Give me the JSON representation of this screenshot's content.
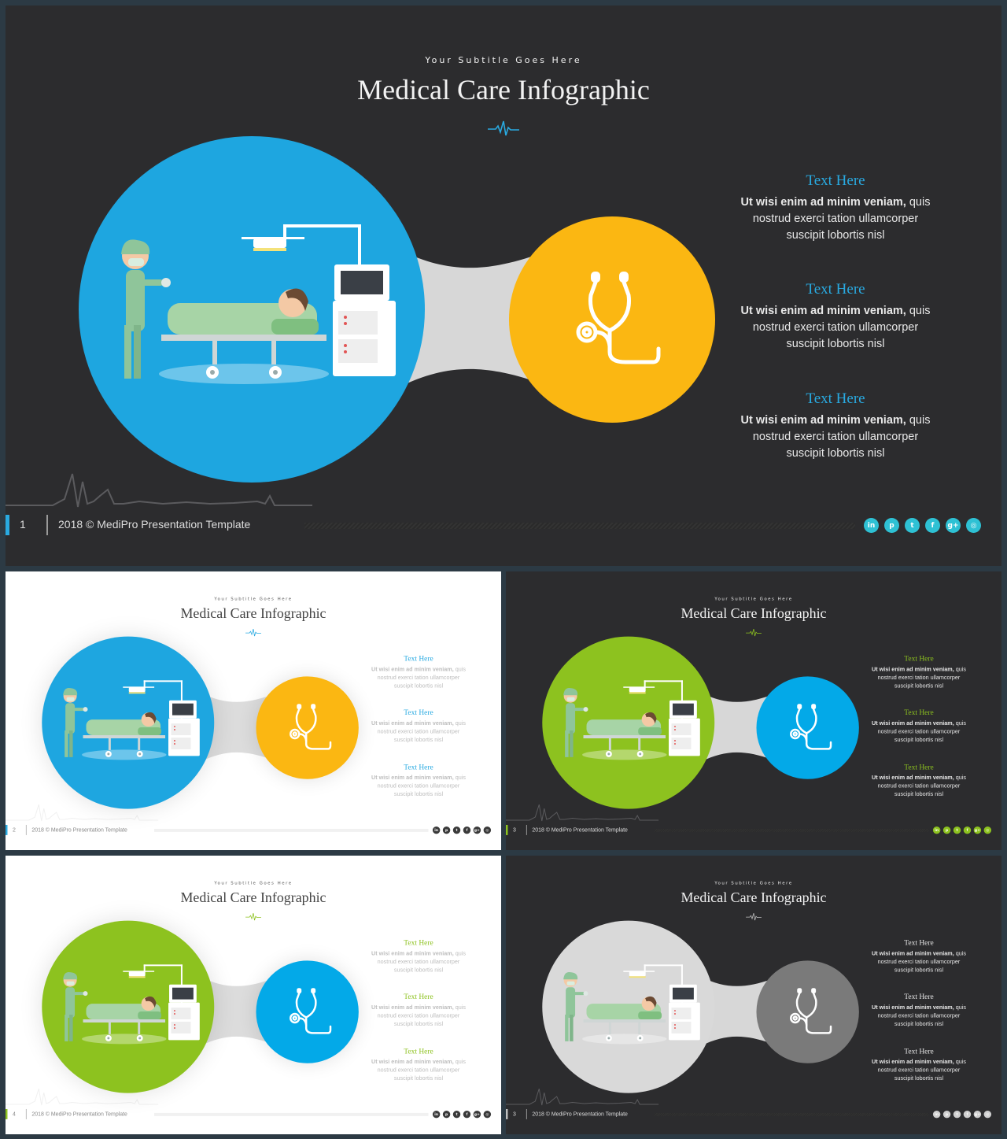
{
  "slides": [
    {
      "id": 1,
      "theme": "dark",
      "page": "1",
      "subtitle": "Your Subtitle Goes Here",
      "title": "Medical Care Infographic",
      "accent": "#29aae1",
      "big_color": "#1ea6e0",
      "small_color": "#fbb712",
      "text_head_color": "#29aae1",
      "social_color": "#2ec1d4",
      "items": [
        {
          "head": "Text Here",
          "bold": "Ut wisi enim ad minim veniam,",
          "rest1": " quis",
          "line2": "nostrud exerci tation ullamcorper",
          "line3": "suscipit lobortis nisl"
        },
        {
          "head": "Text Here",
          "bold": "Ut wisi enim ad minim veniam,",
          "rest1": " quis",
          "line2": "nostrud exerci tation ullamcorper",
          "line3": "suscipit lobortis nisl"
        },
        {
          "head": "Text Here",
          "bold": "Ut wisi enim ad minim veniam,",
          "rest1": " quis",
          "line2": "nostrud exerci tation ullamcorper",
          "line3": "suscipit lobortis nisl"
        }
      ]
    },
    {
      "id": 2,
      "theme": "light",
      "page": "2",
      "subtitle": "Your Subtitle Goes Here",
      "title": "Medical Care Infographic",
      "accent": "#29aae1",
      "big_color": "#1ea6e0",
      "small_color": "#fbb712",
      "text_head_color": "#29aae1",
      "social_color": "#3a3a3a",
      "items": [
        {
          "head": "Text Here",
          "bold": "Ut wisi enim ad minim veniam,",
          "rest1": " quis",
          "line2": "nostrud exerci tation ullamcorper",
          "line3": "suscipit lobortis nisl"
        },
        {
          "head": "Text Here",
          "bold": "Ut wisi enim ad minim veniam,",
          "rest1": " quis",
          "line2": "nostrud exerci tation ullamcorper",
          "line3": "suscipit lobortis nisl"
        },
        {
          "head": "Text Here",
          "bold": "Ut wisi enim ad minim veniam,",
          "rest1": " quis",
          "line2": "nostrud exerci tation ullamcorper",
          "line3": "suscipit lobortis nisl"
        }
      ]
    },
    {
      "id": 3,
      "theme": "dark",
      "page": "3",
      "subtitle": "Your Subtitle Goes Here",
      "title": "Medical Care Infographic",
      "accent": "#8dc21f",
      "big_color": "#8dc21f",
      "small_color": "#03a9e8",
      "text_head_color": "#8dc21f",
      "social_color": "#8dc21f",
      "items": [
        {
          "head": "Text Here",
          "bold": "Ut wisi enim ad minim veniam,",
          "rest1": " quis",
          "line2": "nostrud exerci tation ullamcorper",
          "line3": "suscipit lobortis nisl"
        },
        {
          "head": "Text Here",
          "bold": "Ut wisi enim ad minim veniam,",
          "rest1": " quis",
          "line2": "nostrud exerci tation ullamcorper",
          "line3": "suscipit lobortis nisl"
        },
        {
          "head": "Text Here",
          "bold": "Ut wisi enim ad minim veniam,",
          "rest1": " quis",
          "line2": "nostrud exerci tation ullamcorper",
          "line3": "suscipit lobortis nisl"
        }
      ]
    },
    {
      "id": 4,
      "theme": "light",
      "page": "4",
      "subtitle": "Your Subtitle Goes Here",
      "title": "Medical Care Infographic",
      "accent": "#8dc21f",
      "big_color": "#8dc21f",
      "small_color": "#03a9e8",
      "text_head_color": "#8dc21f",
      "social_color": "#3a3a3a",
      "items": [
        {
          "head": "Text Here",
          "bold": "Ut wisi enim ad minim veniam,",
          "rest1": " quis",
          "line2": "nostrud exerci tation ullamcorper",
          "line3": "suscipit lobortis nisl"
        },
        {
          "head": "Text Here",
          "bold": "Ut wisi enim ad minim veniam,",
          "rest1": " quis",
          "line2": "nostrud exerci tation ullamcorper",
          "line3": "suscipit lobortis nisl"
        },
        {
          "head": "Text Here",
          "bold": "Ut wisi enim ad minim veniam,",
          "rest1": " quis",
          "line2": "nostrud exerci tation ullamcorper",
          "line3": "suscipit lobortis nisl"
        }
      ]
    },
    {
      "id": 5,
      "theme": "dark",
      "page": "3",
      "subtitle": "Your Subtitle Goes Here",
      "title": "Medical Care Infographic",
      "accent": "#bfbfbf",
      "big_color": "#d9d9d9",
      "small_color": "#7a7a7a",
      "text_head_color": "#e6e6e6",
      "social_color": "#d0d0d0",
      "items": [
        {
          "head": "Text Here",
          "bold": "Ut wisi enim ad minim veniam,",
          "rest1": " quis",
          "line2": "nostrud exerci tation ullamcorper",
          "line3": "suscipit lobortis nisl"
        },
        {
          "head": "Text Here",
          "bold": "Ut wisi enim ad minim veniam,",
          "rest1": " quis",
          "line2": "nostrud exerci tation ullamcorper",
          "line3": "suscipit lobortis nisl"
        },
        {
          "head": "Text Here",
          "bold": "Ut wisi enim ad minim veniam,",
          "rest1": " quis",
          "line2": "nostrud exerci tation ullamcorper",
          "line3": "suscipit lobortis nisl"
        }
      ]
    }
  ],
  "footer": {
    "year": "2018 ©",
    "brand": "MediPro",
    "suffix": " Presentation Template"
  },
  "social_icons": [
    {
      "name": "linkedin-icon",
      "glyph": "in"
    },
    {
      "name": "pinterest-icon",
      "glyph": "p"
    },
    {
      "name": "twitter-icon",
      "glyph": "t"
    },
    {
      "name": "facebook-icon",
      "glyph": "f"
    },
    {
      "name": "googleplus-icon",
      "glyph": "g+"
    },
    {
      "name": "instagram-icon",
      "glyph": "◎"
    }
  ]
}
